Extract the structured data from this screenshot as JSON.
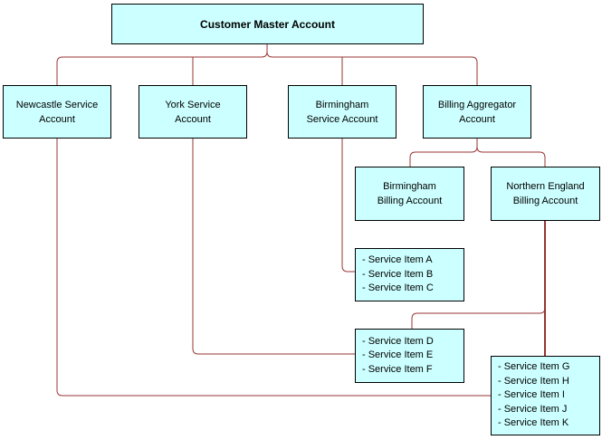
{
  "diagram": {
    "colors": {
      "box_fill": "#ccffff",
      "box_border": "#000000",
      "connector": "#993333",
      "background": "#ffffff",
      "text": "#000000"
    },
    "nodes": {
      "master": {
        "label": "Customer Master Account"
      },
      "newcastle": {
        "lines": [
          "Newcastle Service",
          "Account"
        ]
      },
      "york": {
        "lines": [
          "York Service",
          "Account"
        ]
      },
      "birmingham_service": {
        "lines": [
          "Birmingham",
          "Service Account"
        ]
      },
      "billing_aggregator": {
        "lines": [
          "Billing Aggregator",
          "Account"
        ]
      },
      "birmingham_billing": {
        "lines": [
          "Birmingham",
          "Billing Account"
        ]
      },
      "northern_england_billing": {
        "lines": [
          "Northern England",
          "Billing Account"
        ]
      },
      "service_items_abc": {
        "lines": [
          "- Service Item A",
          "- Service Item B",
          "- Service Item C"
        ]
      },
      "service_items_def": {
        "lines": [
          "- Service Item D",
          "- Service Item E",
          "- Service Item F"
        ]
      },
      "service_items_ghijk": {
        "lines": [
          "- Service Item G",
          "- Service Item H",
          "- Service Item I",
          "- Service Item J",
          "- Service Item K"
        ]
      }
    }
  }
}
